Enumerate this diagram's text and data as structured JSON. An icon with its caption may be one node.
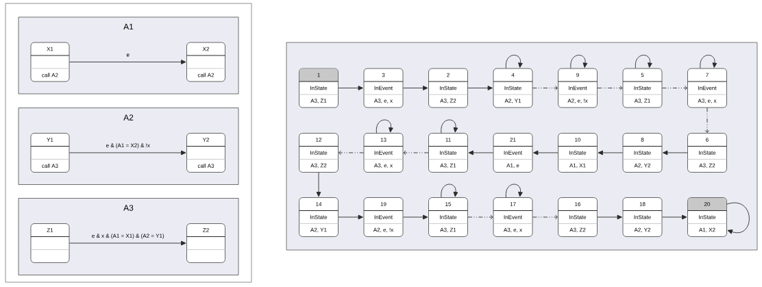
{
  "diagram": {
    "nodes": [
      {
        "text": [
          "A1"
        ]
      },
      {
        "text": [
          "X1",
          "call A2"
        ],
        "in": 0
      },
      {
        "text": [
          "X2",
          "call A2"
        ],
        "in": 0
      },
      {
        "text": [
          "A2"
        ]
      },
      {
        "text": [
          "Y1",
          "call A3"
        ],
        "in": 3
      },
      {
        "text": [
          "Y2",
          "call A3"
        ],
        "in": 3
      },
      {
        "text": [
          "A3"
        ]
      },
      {
        "text": [
          "Z1"
        ],
        "in": 6
      },
      {
        "text": [
          "Z2"
        ],
        "in": 6
      },
      {
        "text": [
          "1",
          "InState",
          "A3, Z1"
        ]
      },
      {
        "text": [
          "3",
          "InEvent",
          "A3, e, x"
        ]
      },
      {
        "text": [
          "2",
          "InState",
          "A3, Z2"
        ]
      },
      {
        "text": [
          "4",
          "InState",
          "A2, Y1"
        ]
      },
      {
        "text": [
          "9",
          "InEvent",
          "A2, e, !x"
        ]
      },
      {
        "text": [
          "5",
          "InState",
          "A3, Z1"
        ]
      },
      {
        "text": [
          "7",
          "InEvent",
          "A3, e, x"
        ]
      },
      {
        "text": [
          "12",
          "InState",
          "A3, Z2"
        ]
      },
      {
        "text": [
          "13",
          "InEvent",
          "A3, e, x"
        ]
      },
      {
        "text": [
          "11",
          "InState",
          "A3, Z1"
        ]
      },
      {
        "text": [
          "21",
          "InEvent",
          "A1, e"
        ]
      },
      {
        "text": [
          "10",
          "InState",
          "A1, X1"
        ]
      },
      {
        "text": [
          "8",
          "InState",
          "A2, Y2"
        ]
      },
      {
        "text": [
          "6",
          "InState",
          "A3, Z2"
        ]
      },
      {
        "text": [
          "14",
          "InState",
          "A2, Y1"
        ]
      },
      {
        "text": [
          "19",
          "InEvent",
          "A2, e, !x"
        ]
      },
      {
        "text": [
          "15",
          "InState",
          "A3, Z1"
        ]
      },
      {
        "text": [
          "17",
          "InEvent",
          "A3, e, x"
        ]
      },
      {
        "text": [
          "16",
          "InState",
          "A3, Z2"
        ]
      },
      {
        "text": [
          "18",
          "InState",
          "A2, Y2"
        ]
      },
      {
        "text": [
          "20",
          "InState",
          "A1, X2"
        ]
      }
    ],
    "edges": [
      {
        "from": 1,
        "to": 2,
        "arrow": "to",
        "label": "e"
      },
      {
        "from": 4,
        "to": 5,
        "arrow": "to",
        "label": "e & (A1 = X2) & !x"
      },
      {
        "from": 7,
        "to": 8,
        "arrow": "to",
        "label": "e & x & (A1 = X1) & (A2 = Y1)"
      },
      {
        "from": 9,
        "to": 10,
        "arrow": "to"
      },
      {
        "from": 10,
        "to": 11,
        "arrow": "to"
      },
      {
        "from": 11,
        "to": 12,
        "arrow": "to"
      },
      {
        "from": 12,
        "to": 12,
        "arrow": "to"
      },
      {
        "from": 12,
        "to": 13,
        "arrow": "to",
        "style": "dashed"
      },
      {
        "from": 13,
        "to": 13,
        "arrow": "to"
      },
      {
        "from": 13,
        "to": 14,
        "arrow": "to",
        "style": "dashed"
      },
      {
        "from": 14,
        "to": 14,
        "arrow": "to"
      },
      {
        "from": 14,
        "to": 15,
        "arrow": "to",
        "style": "dashed"
      },
      {
        "from": 15,
        "to": 15,
        "arrow": "to"
      },
      {
        "from": 15,
        "to": 22,
        "arrow": "to",
        "style": "dashed"
      },
      {
        "from": 22,
        "to": 21,
        "arrow": "to"
      },
      {
        "from": 21,
        "to": 20,
        "arrow": "to"
      },
      {
        "from": 20,
        "to": 19,
        "arrow": "to"
      },
      {
        "from": 19,
        "to": 18,
        "arrow": "to"
      },
      {
        "from": 18,
        "to": 18,
        "arrow": "to"
      },
      {
        "from": 18,
        "to": 17,
        "arrow": "to",
        "style": "dashed"
      },
      {
        "from": 17,
        "to": 17,
        "arrow": "to"
      },
      {
        "from": 17,
        "to": 16,
        "arrow": "to",
        "style": "dashed"
      },
      {
        "from": 16,
        "to": 23,
        "arrow": "to"
      },
      {
        "from": 23,
        "to": 24,
        "arrow": "to"
      },
      {
        "from": 24,
        "to": 25,
        "arrow": "to"
      },
      {
        "from": 25,
        "to": 25,
        "arrow": "to"
      },
      {
        "from": 25,
        "to": 26,
        "arrow": "to",
        "style": "dashed"
      },
      {
        "from": 26,
        "to": 26,
        "arrow": "to"
      },
      {
        "from": 26,
        "to": 27,
        "arrow": "to",
        "style": "dashed"
      },
      {
        "from": 27,
        "to": 28,
        "arrow": "to"
      },
      {
        "from": 28,
        "to": 29,
        "arrow": "to"
      },
      {
        "from": 29,
        "to": 29,
        "arrow": "to"
      }
    ]
  }
}
